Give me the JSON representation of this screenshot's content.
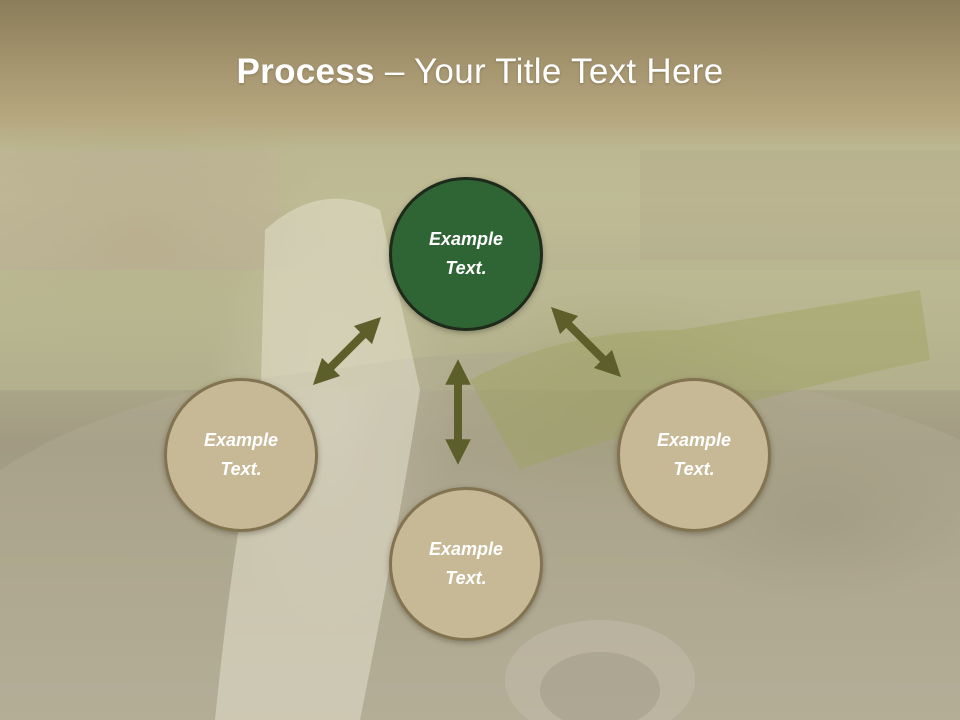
{
  "title": {
    "bold": "Process",
    "rest": " – Your Title Text Here"
  },
  "nodes": {
    "center": {
      "text": "Example Text."
    },
    "left": {
      "text": "Example Text."
    },
    "right": {
      "text": "Example Text."
    },
    "bottom": {
      "text": "Example Text."
    }
  },
  "colors": {
    "header": "#a69670",
    "center_fill": "#2f6535",
    "center_border": "#1e2a1a",
    "side_fill": "#c7b896",
    "side_border": "#837451",
    "arrow": "#5d5f2a"
  }
}
